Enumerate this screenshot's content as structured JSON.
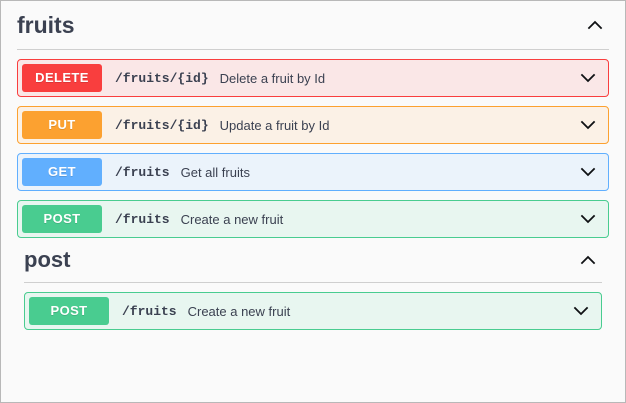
{
  "sections": [
    {
      "id": "fruits",
      "title": "fruits",
      "toggle_icon": "chevron-up-icon",
      "expanded": true,
      "operations": [
        {
          "method": "DELETE",
          "method_class": "m-delete",
          "path": "/fruits/{id}",
          "summary": "Delete a fruit by Id",
          "toggle_icon": "chevron-down-icon",
          "accent": "#f93e3e",
          "background": "#fae7e7"
        },
        {
          "method": "PUT",
          "method_class": "m-put",
          "path": "/fruits/{id}",
          "summary": "Update a fruit by Id",
          "toggle_icon": "chevron-down-icon",
          "accent": "#fca130",
          "background": "#fbf1e6"
        },
        {
          "method": "GET",
          "method_class": "m-get",
          "path": "/fruits",
          "summary": "Get all fruits",
          "toggle_icon": "chevron-down-icon",
          "accent": "#61affe",
          "background": "#ebf3fb"
        },
        {
          "method": "POST",
          "method_class": "m-post",
          "path": "/fruits",
          "summary": "Create a new fruit",
          "toggle_icon": "chevron-down-icon",
          "accent": "#49cc90",
          "background": "#e8f6f0"
        }
      ]
    },
    {
      "id": "post",
      "title": "post",
      "toggle_icon": "chevron-up-icon",
      "expanded": true,
      "operations": [
        {
          "method": "POST",
          "method_class": "m-post",
          "path": "/fruits",
          "summary": "Create a new fruit",
          "toggle_icon": "chevron-down-icon",
          "accent": "#49cc90",
          "background": "#e8f6f0"
        }
      ]
    }
  ],
  "theme": {
    "page_background": "#fafafa",
    "page_border": "#b8b8b8",
    "title_color": "#3b4151",
    "divider_color": "#cfcfcf"
  }
}
